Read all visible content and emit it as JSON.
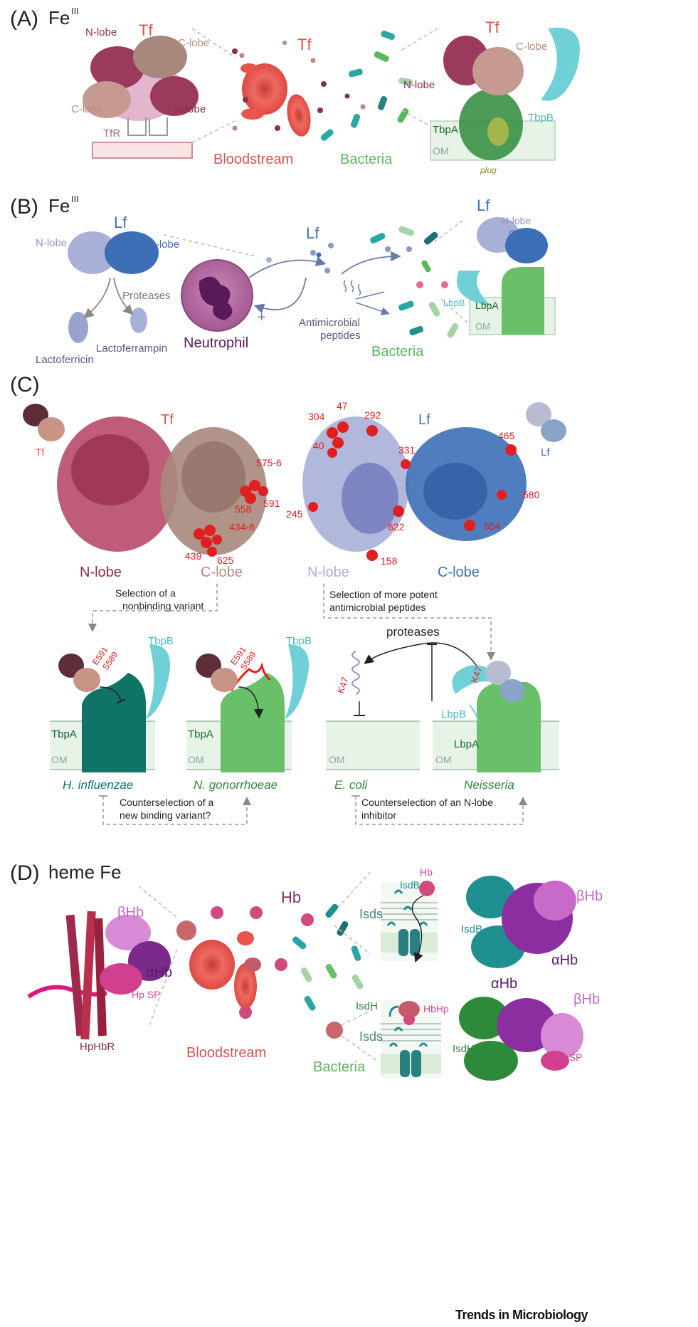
{
  "panelA": {
    "label": "(A)",
    "fe": "Fe",
    "fe_sup": "III",
    "tf_top": "Tf",
    "nlobe_left": "N-lobe",
    "clobe_left_top": "C-lobe",
    "clobe_left_bottom": "C-lobe",
    "nlobe_right_inner": "N-lobe",
    "tfr": "TfR",
    "tf_middle": "Tf",
    "bloodstream": "Bloodstream",
    "bacteria": "Bacteria",
    "tf_right": "Tf",
    "clobe_right": "C-lobe",
    "nlobe_right": "N-lobe",
    "tbpb": "TbpB",
    "tbpa": "TbpA",
    "om": "OM",
    "plug": "plug"
  },
  "panelB": {
    "label": "(B)",
    "fe": "Fe",
    "fe_sup": "III",
    "lf_left": "Lf",
    "nlobe": "N-lobe",
    "clobe": "C-lobe",
    "proteases": "Proteases",
    "lactoferrampin": "Lactoferrampin",
    "lactoferricin": "Lactoferricin",
    "neutrophil": "Neutrophil",
    "plus": "+",
    "lf_middle": "Lf",
    "amp_line1": "Antimicrobial",
    "amp_line2": "peptides",
    "bacteria": "Bacteria",
    "lf_right": "Lf",
    "nlobe_right": "N-lobe",
    "clobe_right": "C-lobe",
    "lbpb": "LbpB",
    "lbpa": "LbpA",
    "om": "OM"
  },
  "panelC": {
    "label": "(C)",
    "tf_icon_label": "Tf",
    "tf_title": "Tf",
    "lf_title": "Lf",
    "lf_icon_label": "Lf",
    "tf_residues": [
      "575-6",
      "558",
      "591",
      "434-6",
      "439",
      "625"
    ],
    "lf_residues": [
      "304",
      "47",
      "292",
      "40",
      "331",
      "465",
      "580",
      "245",
      "622",
      "654",
      "158"
    ],
    "tf_nlobe": "N-lobe",
    "tf_clobe": "C-lobe",
    "lf_nlobe": "N-lobe",
    "lf_clobe": "C-lobe",
    "sel1_line1": "Selection of a",
    "sel1_line2": "nonbinding variant",
    "sel2_line1": "Selection of more potent",
    "sel2_line2": "antimicrobial peptides",
    "tbpb1": "TbpB",
    "tbpb2": "TbpB",
    "e591": "E591",
    "s589": "S589",
    "e591b": "E591",
    "s589b": "S589",
    "tbpa1": "TbpA",
    "tbpa2": "TbpA",
    "om1": "OM",
    "om2": "OM",
    "om3": "OM",
    "om4": "OM",
    "proteases": "proteases",
    "k47a": "K47",
    "k47b": "K47",
    "lbpb": "LbpB",
    "lbpa": "LbpA",
    "hinf": "H. influenzae",
    "ngon": "N. gonorrhoeae",
    "ecoli": "E. coli",
    "neisseria": "Neisseria",
    "counter1_line1": "Counterselection of a",
    "counter1_line2": "new binding variant?",
    "counter2_line1": "Counterselection of an N-lobe",
    "counter2_line2": "inhibitor"
  },
  "panelD": {
    "label": "(D)",
    "title": "heme Fe",
    "bhb_left": "βHb",
    "ahb_left": "αHb",
    "hpsp_left": "Hp SP",
    "hphbr": "HpHbR",
    "hb_center": "Hb",
    "bloodstream": "Bloodstream",
    "bacteria": "Bacteria",
    "isdb_box": "IsdB",
    "hb_box": "Hb",
    "isds_top": "Isds",
    "isdb_struct": "IsdB",
    "bhb_right_top": "βHb",
    "ahb_right_top": "αHb",
    "isdh_box": "IsdH",
    "hbhp_box": "HbHp",
    "isds_bottom": "Isds",
    "isdh_struct": "IsdH",
    "ahb_right_bottom": "αHb",
    "bhb_right_bottom": "βHb",
    "hpsp_right": "Hp SP"
  },
  "footer": {
    "journal": "Trends in Microbiology"
  },
  "colors": {
    "tf_red": "#d9534f",
    "tf_dark": "#8b2e4a",
    "tf_light": "#b88a7e",
    "lf_blue": "#3d6fb6",
    "lf_light": "#a8b0d8",
    "bact_green": "#5cb85c",
    "bact_teal": "#1f8f8f",
    "tbpb_cyan": "#6fd0d8",
    "hb_purple": "#8b2fa0",
    "hb_pink": "#d14a9e",
    "residue_red": "#e02020"
  }
}
